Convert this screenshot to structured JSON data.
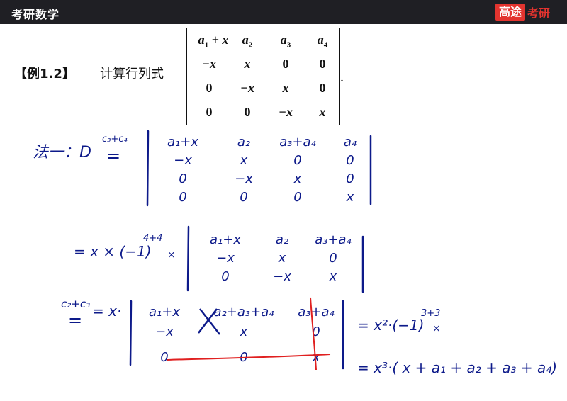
{
  "header": {
    "title": "考研数学",
    "brand_box": "高途",
    "brand_rest": "考研"
  },
  "problem": {
    "label": "【例1.2】",
    "text": "计算行列式",
    "period": ".",
    "matrix": [
      [
        [
          "a",
          "1",
          " + x"
        ],
        [
          "a",
          "2",
          ""
        ],
        [
          "a",
          "3",
          ""
        ],
        [
          "a",
          "4",
          ""
        ]
      ],
      [
        [
          "−x",
          "",
          ""
        ],
        [
          "x",
          "",
          ""
        ],
        [
          "0",
          "",
          ""
        ],
        [
          "0",
          "",
          ""
        ]
      ],
      [
        [
          "0",
          "",
          ""
        ],
        [
          "−x",
          "",
          ""
        ],
        [
          "x",
          "",
          ""
        ],
        [
          "0",
          "",
          ""
        ]
      ],
      [
        [
          "0",
          "",
          ""
        ],
        [
          "0",
          "",
          ""
        ],
        [
          "−x",
          "",
          ""
        ],
        [
          "x",
          "",
          ""
        ]
      ]
    ]
  },
  "handwriting": {
    "method_label": "法一：D",
    "op1": "c₃+c₄",
    "det1": [
      [
        "a₁+x",
        "a₂",
        "a₃+a₄",
        "a₄"
      ],
      [
        "−x",
        "x",
        "0",
        "0"
      ],
      [
        "0",
        "−x",
        "x",
        "0"
      ],
      [
        "0",
        "0",
        "0",
        "x"
      ]
    ],
    "step2_prefix": "= x × (−1)",
    "step2_exp": "4+4",
    "step2_times": "×",
    "det2": [
      [
        "a₁+x",
        "a₂",
        "a₃+a₄"
      ],
      [
        "−x",
        "x",
        "0"
      ],
      [
        "0",
        "−x",
        "x"
      ]
    ],
    "op2": "c₂+c₃",
    "step3_prefix": "= x·",
    "det3": [
      [
        "a₁+x",
        "a₂+a₃+a₄",
        "a₃+a₄"
      ],
      [
        "−x",
        "x",
        "0"
      ],
      [
        "0",
        "0",
        "x"
      ]
    ],
    "result1": "= x²·(−1)",
    "result1_exp": "3+3",
    "result1_times": "×",
    "result2": "= x³·( x + a₁ + a₂ + a₃ + a₄)"
  },
  "colors": {
    "ink": "#0d1a8a",
    "red": "#e02020",
    "header_bg": "#1f1f24"
  }
}
